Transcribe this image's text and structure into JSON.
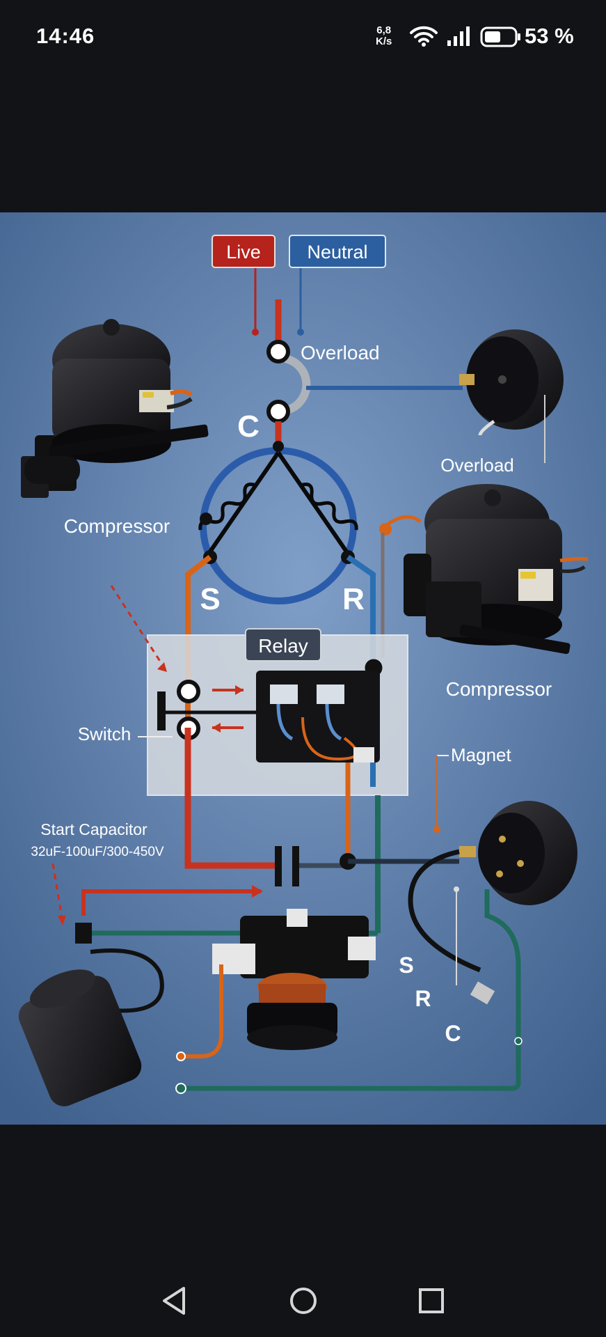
{
  "status_bar": {
    "time": "14:46",
    "net_speed_value": "6,8",
    "net_speed_unit": "K/s",
    "battery_percent": "53 %",
    "icons": [
      "wifi-icon",
      "signal-icon",
      "battery-icon"
    ]
  },
  "diagram": {
    "live_label": "Live",
    "neutral_label": "Neutral",
    "overload_terminal_label": "Overload",
    "overload_device_label": "Overload",
    "terminal_c": "C",
    "terminal_s": "S",
    "terminal_r": "R",
    "compressor_left_label": "Compressor",
    "compressor_right_label": "Compressor",
    "relay_label": "Relay",
    "switch_label": "Switch",
    "magnet_label": "Magnet",
    "start_capacitor_label": "Start Capacitor",
    "capacitor_spec": "32uF-100uF/300-450V",
    "bottom_s": "S",
    "bottom_r": "R",
    "bottom_c": "C",
    "colors": {
      "live": "#c8321e",
      "neutral": "#2f66a6",
      "winding": "#2b5cab",
      "start": "#d86418",
      "green_wire": "#1f6b5c",
      "background": "#5e81ad"
    }
  },
  "nav": {
    "back": "back-icon",
    "home": "home-icon",
    "recents": "recents-icon"
  }
}
